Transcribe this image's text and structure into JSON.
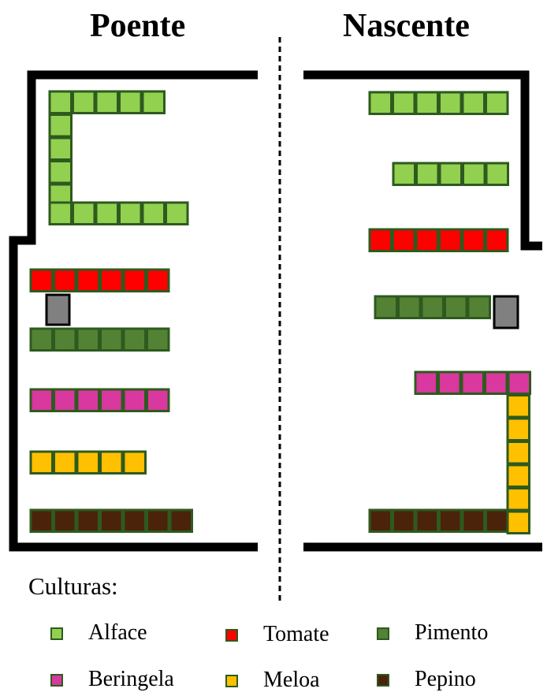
{
  "titles": {
    "west": "Poente",
    "east": "Nascente"
  },
  "legend": {
    "heading": "Culturas:",
    "items": [
      {
        "key": "alface",
        "label": "Alface"
      },
      {
        "key": "tomate",
        "label": "Tomate"
      },
      {
        "key": "pimento",
        "label": "Pimento"
      },
      {
        "key": "beringela",
        "label": "Beringela"
      },
      {
        "key": "meloa",
        "label": "Meloa"
      },
      {
        "key": "pepino",
        "label": "Pepino"
      }
    ]
  },
  "colors": {
    "alface": "#92d050",
    "tomate": "#ff0000",
    "pimento": "#548235",
    "beringela": "#d9389e",
    "meloa": "#ffc000",
    "pepino": "#4a230a",
    "cell_border": "#2e5a1f",
    "obstacle": "#808080"
  },
  "plantings": {
    "west": [
      {
        "crop": "alface",
        "cells": 5
      },
      {
        "crop": "alface",
        "cells": 4
      },
      {
        "crop": "alface",
        "cells": 6
      },
      {
        "crop": "tomate",
        "cells": 6
      },
      {
        "crop": "pimento",
        "cells": 6
      },
      {
        "crop": "beringela",
        "cells": 6
      },
      {
        "crop": "meloa",
        "cells": 5
      },
      {
        "crop": "pepino",
        "cells": 7
      }
    ],
    "east": [
      {
        "crop": "alface",
        "cells": 6
      },
      {
        "crop": "alface",
        "cells": 5
      },
      {
        "crop": "tomate",
        "cells": 6
      },
      {
        "crop": "pimento",
        "cells": 5
      },
      {
        "crop": "beringela",
        "cells": 5
      },
      {
        "crop": "meloa",
        "cells": 6
      },
      {
        "crop": "pepino",
        "cells": 6
      }
    ]
  }
}
